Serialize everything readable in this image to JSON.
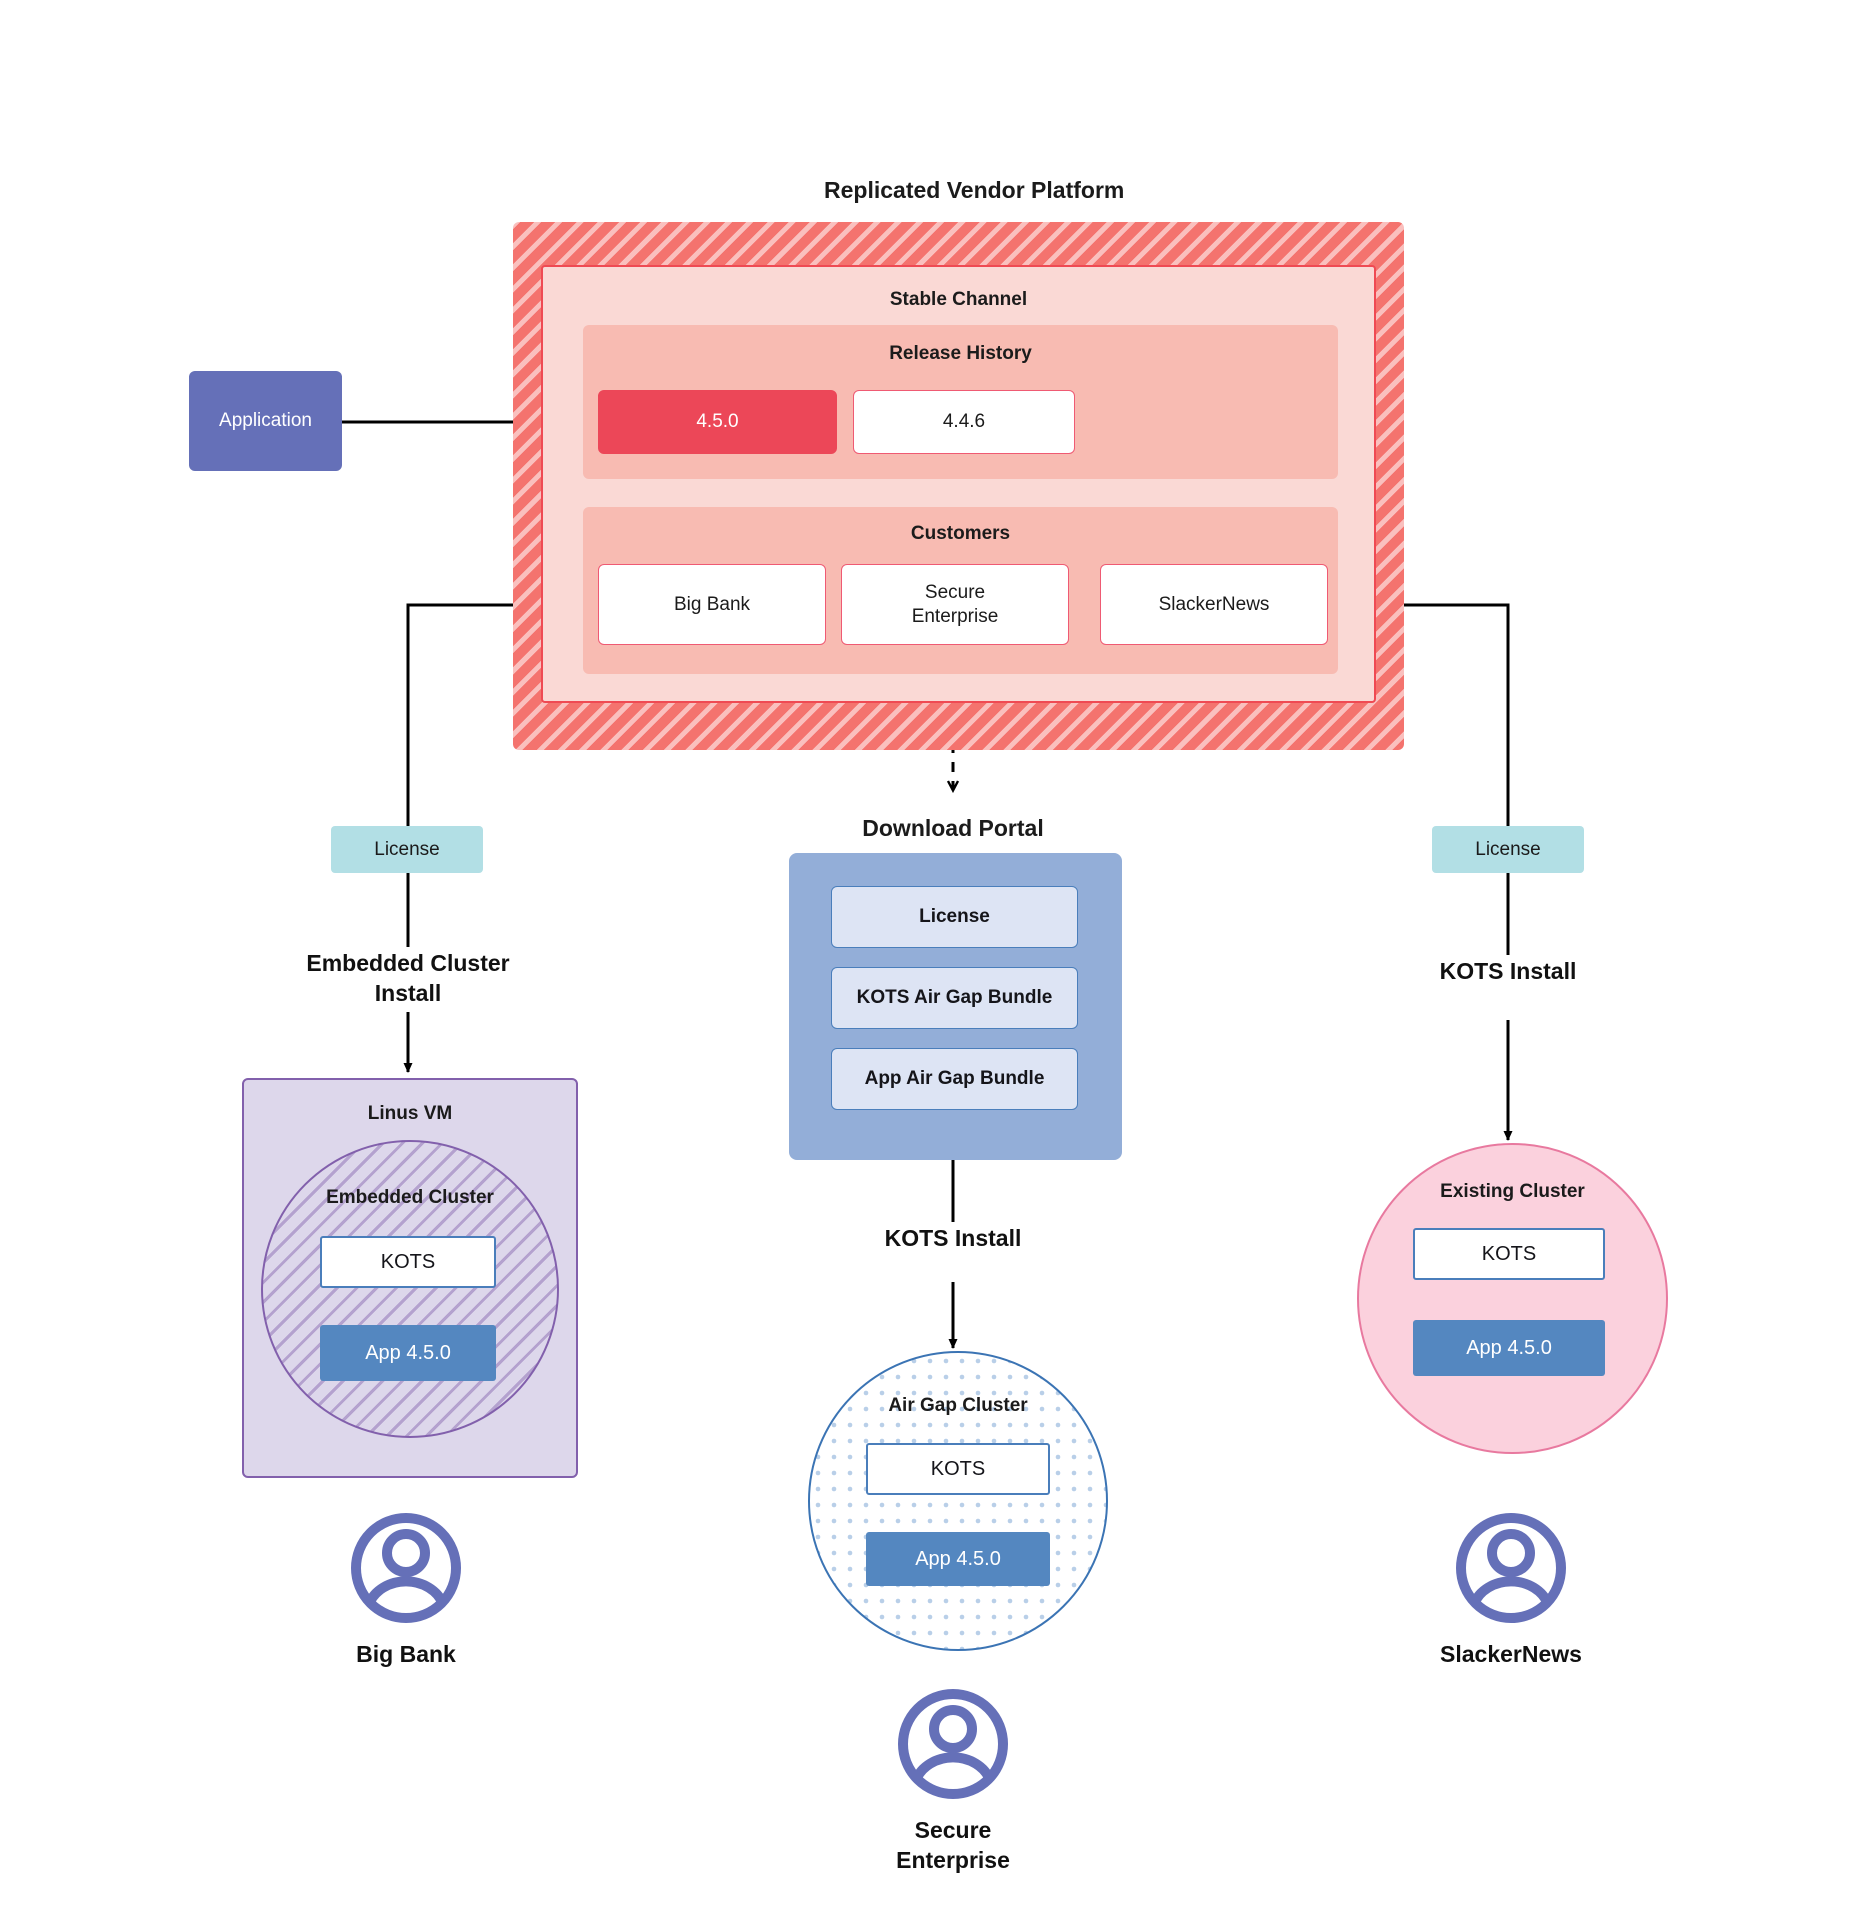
{
  "diagram": {
    "title": "Replicated Vendor Platform"
  },
  "application": {
    "label": "Application"
  },
  "platform": {
    "title": "Replicated Vendor Platform",
    "channel": {
      "title": "Stable Channel",
      "release_history": {
        "title": "Release History",
        "releases": [
          {
            "version": "4.5.0",
            "state": "current"
          },
          {
            "version": "4.4.6",
            "state": "previous"
          }
        ]
      },
      "customers": {
        "title": "Customers",
        "items": [
          {
            "name": "Big Bank"
          },
          {
            "name": "Secure\nEnterprise"
          },
          {
            "name": "SlackerNews"
          }
        ]
      }
    }
  },
  "branches": {
    "left": {
      "license_label": "License",
      "install_label": "Embedded Cluster\nInstall",
      "vm": {
        "title": "Linus VM",
        "cluster_title": "Embedded Cluster",
        "kots_label": "KOTS",
        "app_label": "App 4.5.0"
      },
      "person": "Big Bank"
    },
    "middle": {
      "portal_title": "Download  Portal",
      "portal_items": [
        {
          "label": "License"
        },
        {
          "label": "KOTS Air Gap Bundle"
        },
        {
          "label": "App Air Gap Bundle"
        }
      ],
      "install_label": "KOTS Install",
      "cluster": {
        "title": "Air Gap Cluster",
        "kots_label": "KOTS",
        "app_label": "App 4.5.0"
      },
      "person": "Secure\nEnterprise"
    },
    "right": {
      "license_label": "License",
      "install_label": "KOTS Install",
      "cluster": {
        "title": "Existing Cluster",
        "kots_label": "KOTS",
        "app_label": "App 4.5.0"
      },
      "person": "SlackerNews"
    }
  },
  "colors": {
    "platform_red": "#f4736e",
    "channel_pink": "#fad9d5",
    "release_pink": "#f8bbb2",
    "release_current": "#ec4758",
    "card_border": "#ef5a73",
    "application_blue": "#6570b8",
    "license_teal": "#b2dfe5",
    "portal_blue": "#93aed8",
    "portal_item": "#dde4f4",
    "vm_purple": "#ddd7eb",
    "vm_border": "#8260ac",
    "kots_border": "#4a7ebb",
    "app_blue": "#5487c0",
    "existing_pink": "#fbd1dd",
    "existing_border": "#e8799f",
    "avatar_blue": "#6570b8"
  }
}
